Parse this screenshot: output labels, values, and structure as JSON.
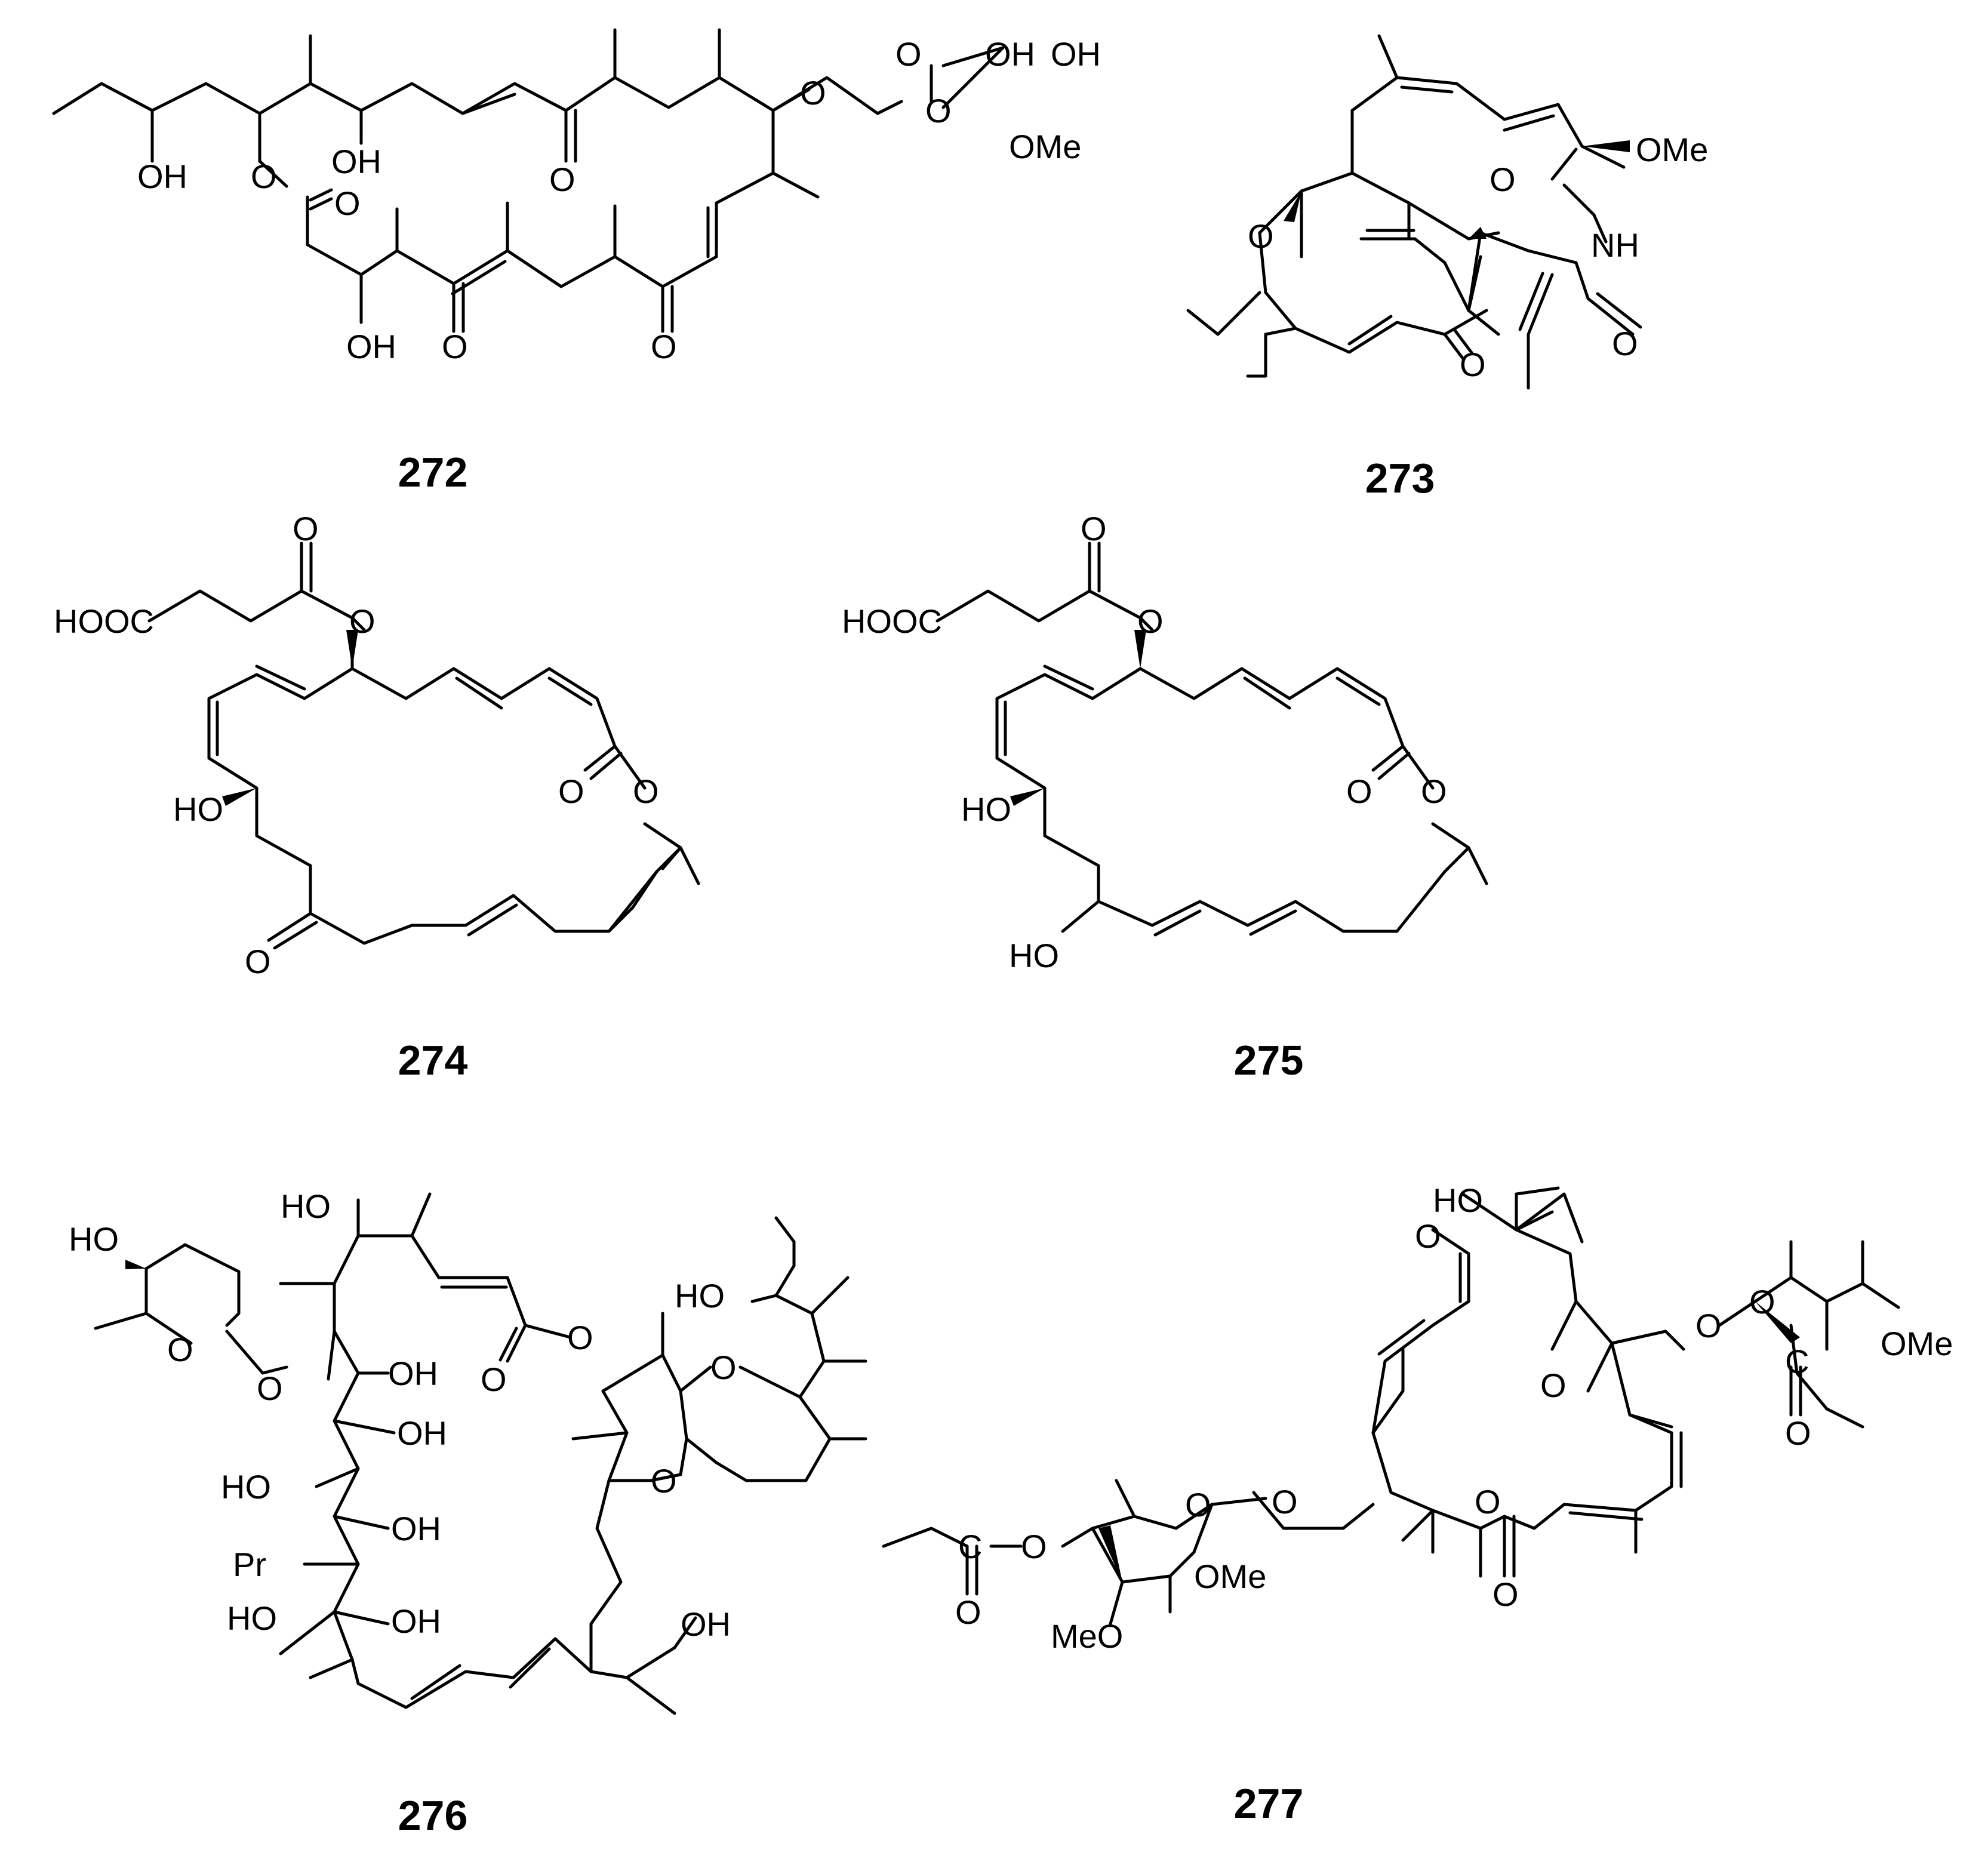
{
  "compounds": [
    {
      "id": "272",
      "label": "272",
      "atoms": [
        "OH",
        "OH",
        "OH",
        "OH",
        "OMe",
        "O",
        "O",
        "O",
        "O",
        "O",
        "O",
        "O",
        "O",
        "OH"
      ]
    },
    {
      "id": "273",
      "label": "273",
      "atoms": [
        "OMe",
        "O",
        "O",
        "NH",
        "O",
        "O"
      ]
    },
    {
      "id": "274",
      "label": "274",
      "atoms": [
        "HOOC",
        "O",
        "O",
        "O",
        "O",
        "HO",
        "O"
      ]
    },
    {
      "id": "275",
      "label": "275",
      "atoms": [
        "HOOC",
        "O",
        "O",
        "O",
        "O",
        "HO",
        "HO"
      ]
    },
    {
      "id": "276",
      "label": "276",
      "atoms": [
        "HO",
        "HO",
        "O",
        "O",
        "OH",
        "OH",
        "HO",
        "OH",
        "Pr",
        "HO",
        "OH",
        "O",
        "O",
        "HO",
        "O",
        "O",
        "OH"
      ]
    },
    {
      "id": "277",
      "label": "277",
      "atoms": [
        "HO",
        "O",
        "O",
        "O",
        "OMe",
        "O",
        "C",
        "O",
        "O",
        "O",
        "C",
        "O",
        "OMe",
        "MeO",
        "O",
        "O",
        "O"
      ]
    }
  ],
  "colors": {
    "ink": "#000000",
    "background": "#ffffff"
  }
}
